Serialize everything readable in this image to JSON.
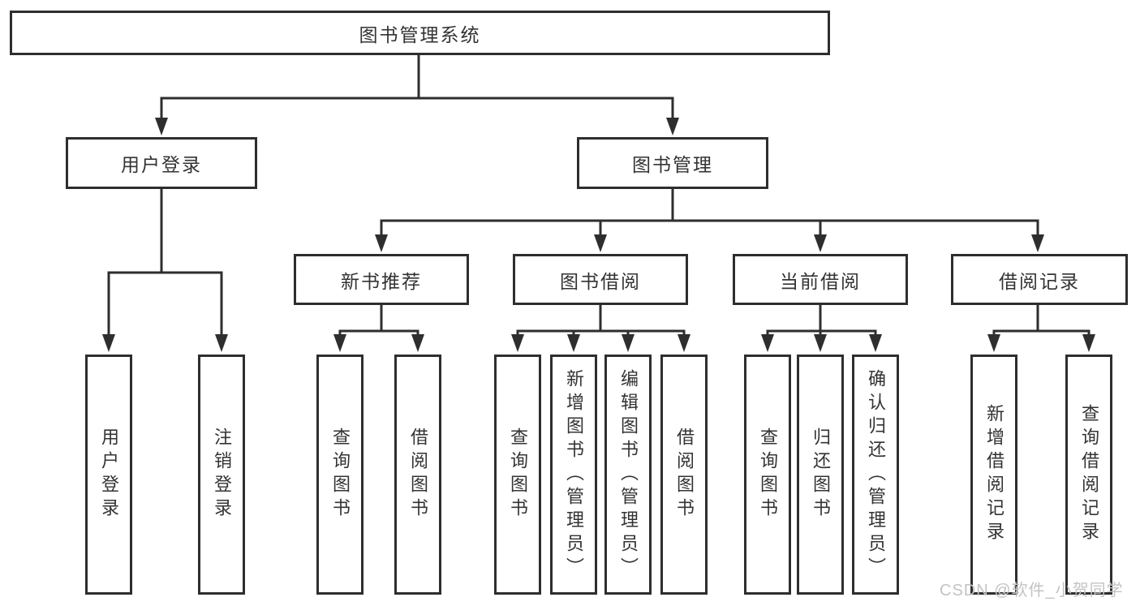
{
  "diagram": {
    "root": {
      "label": "图书管理系统"
    },
    "branches": [
      {
        "label": "用户登录",
        "children": [
          {
            "label": "用户登录"
          },
          {
            "label": "注销登录"
          }
        ]
      },
      {
        "label": "图书管理",
        "children": [
          {
            "label": "新书推荐",
            "children": [
              {
                "label": "查询图书"
              },
              {
                "label": "借阅图书"
              }
            ]
          },
          {
            "label": "图书借阅",
            "children": [
              {
                "label": "查询图书"
              },
              {
                "label": "新增图书（管理员）"
              },
              {
                "label": "编辑图书（管理员）"
              },
              {
                "label": "借阅图书"
              }
            ]
          },
          {
            "label": "当前借阅",
            "children": [
              {
                "label": "查询图书"
              },
              {
                "label": "归还图书"
              },
              {
                "label": "确认归还（管理员）"
              }
            ]
          },
          {
            "label": "借阅记录",
            "children": [
              {
                "label": "新增借阅记录"
              },
              {
                "label": "查询借阅记录"
              }
            ]
          }
        ]
      }
    ]
  },
  "watermark": {
    "text": "CSDN @软件_小贺同学"
  },
  "colors": {
    "line": "#2e2e2e",
    "text": "#333333",
    "background": "#ffffff",
    "watermark": "#c3c3c3"
  }
}
